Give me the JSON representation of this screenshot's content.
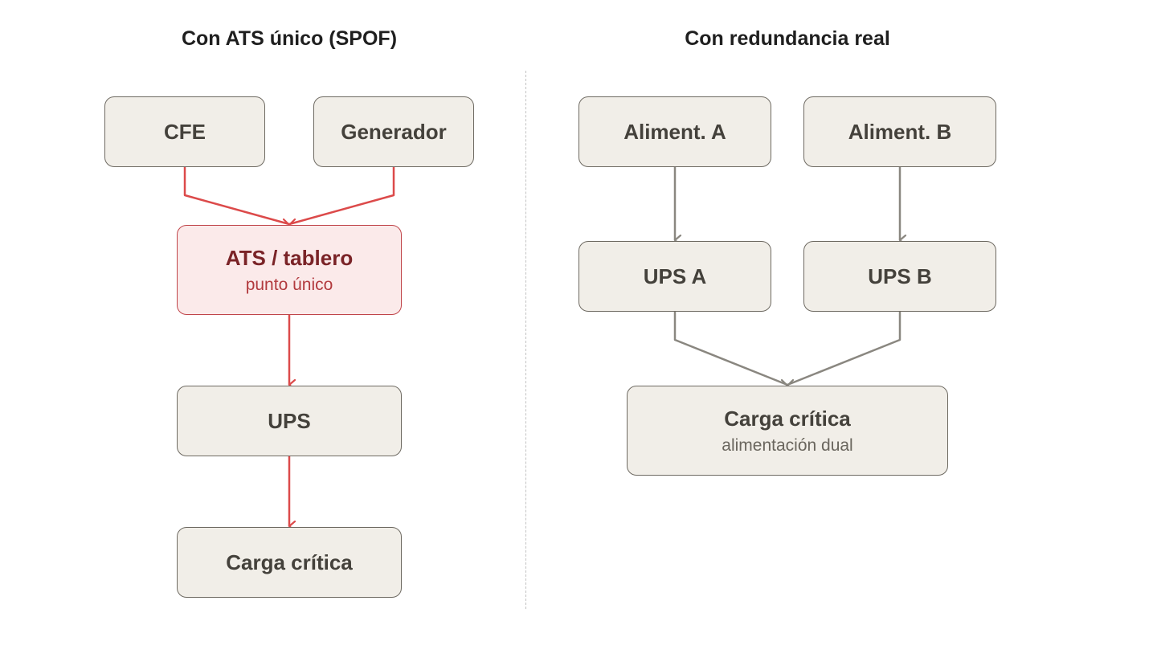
{
  "colors": {
    "spof_path": "#dc4a4a",
    "redundant_path": "#8a8780",
    "node_fill": "#f1eee8",
    "alert_fill": "#fbeaea"
  },
  "left": {
    "title": "Con ATS único (SPOF)",
    "nodes": {
      "cfe": "CFE",
      "generator": "Generador",
      "ats": {
        "label": "ATS / tablero",
        "sub": "punto único"
      },
      "ups": "UPS",
      "load": "Carga crítica"
    }
  },
  "right": {
    "title": "Con redundancia real",
    "nodes": {
      "feed_a": "Aliment. A",
      "feed_b": "Aliment. B",
      "ups_a": "UPS A",
      "ups_b": "UPS B",
      "load": {
        "label": "Carga crítica",
        "sub": "alimentación dual"
      }
    }
  }
}
